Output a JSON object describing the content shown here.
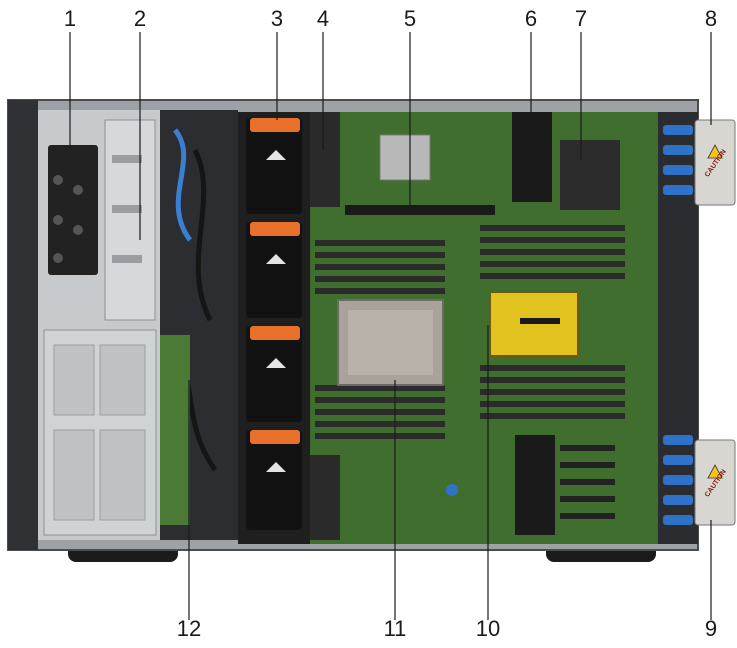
{
  "callouts": [
    {
      "label": "1"
    },
    {
      "label": "2"
    },
    {
      "label": "3"
    },
    {
      "label": "4"
    },
    {
      "label": "5"
    },
    {
      "label": "6"
    },
    {
      "label": "7"
    },
    {
      "label": "8"
    },
    {
      "label": "9"
    },
    {
      "label": "10"
    },
    {
      "label": "11"
    },
    {
      "label": "12"
    }
  ],
  "labels": {
    "caution_top": "CAUTION",
    "caution_bottom": "CAUTION"
  },
  "colors": {
    "chassis": "#b9bcc0",
    "chassis_dark": "#3a3c40",
    "board": "#3f6e2e",
    "dimm": "#2b2b2b",
    "fan": "#1e1e1e",
    "fan_accent": "#e8702a",
    "blue_clip": "#2f72c9",
    "heatsink": "#a8a29a",
    "cpu_socket": "#e2c21e",
    "caution_tag": "#d8d6d0"
  }
}
